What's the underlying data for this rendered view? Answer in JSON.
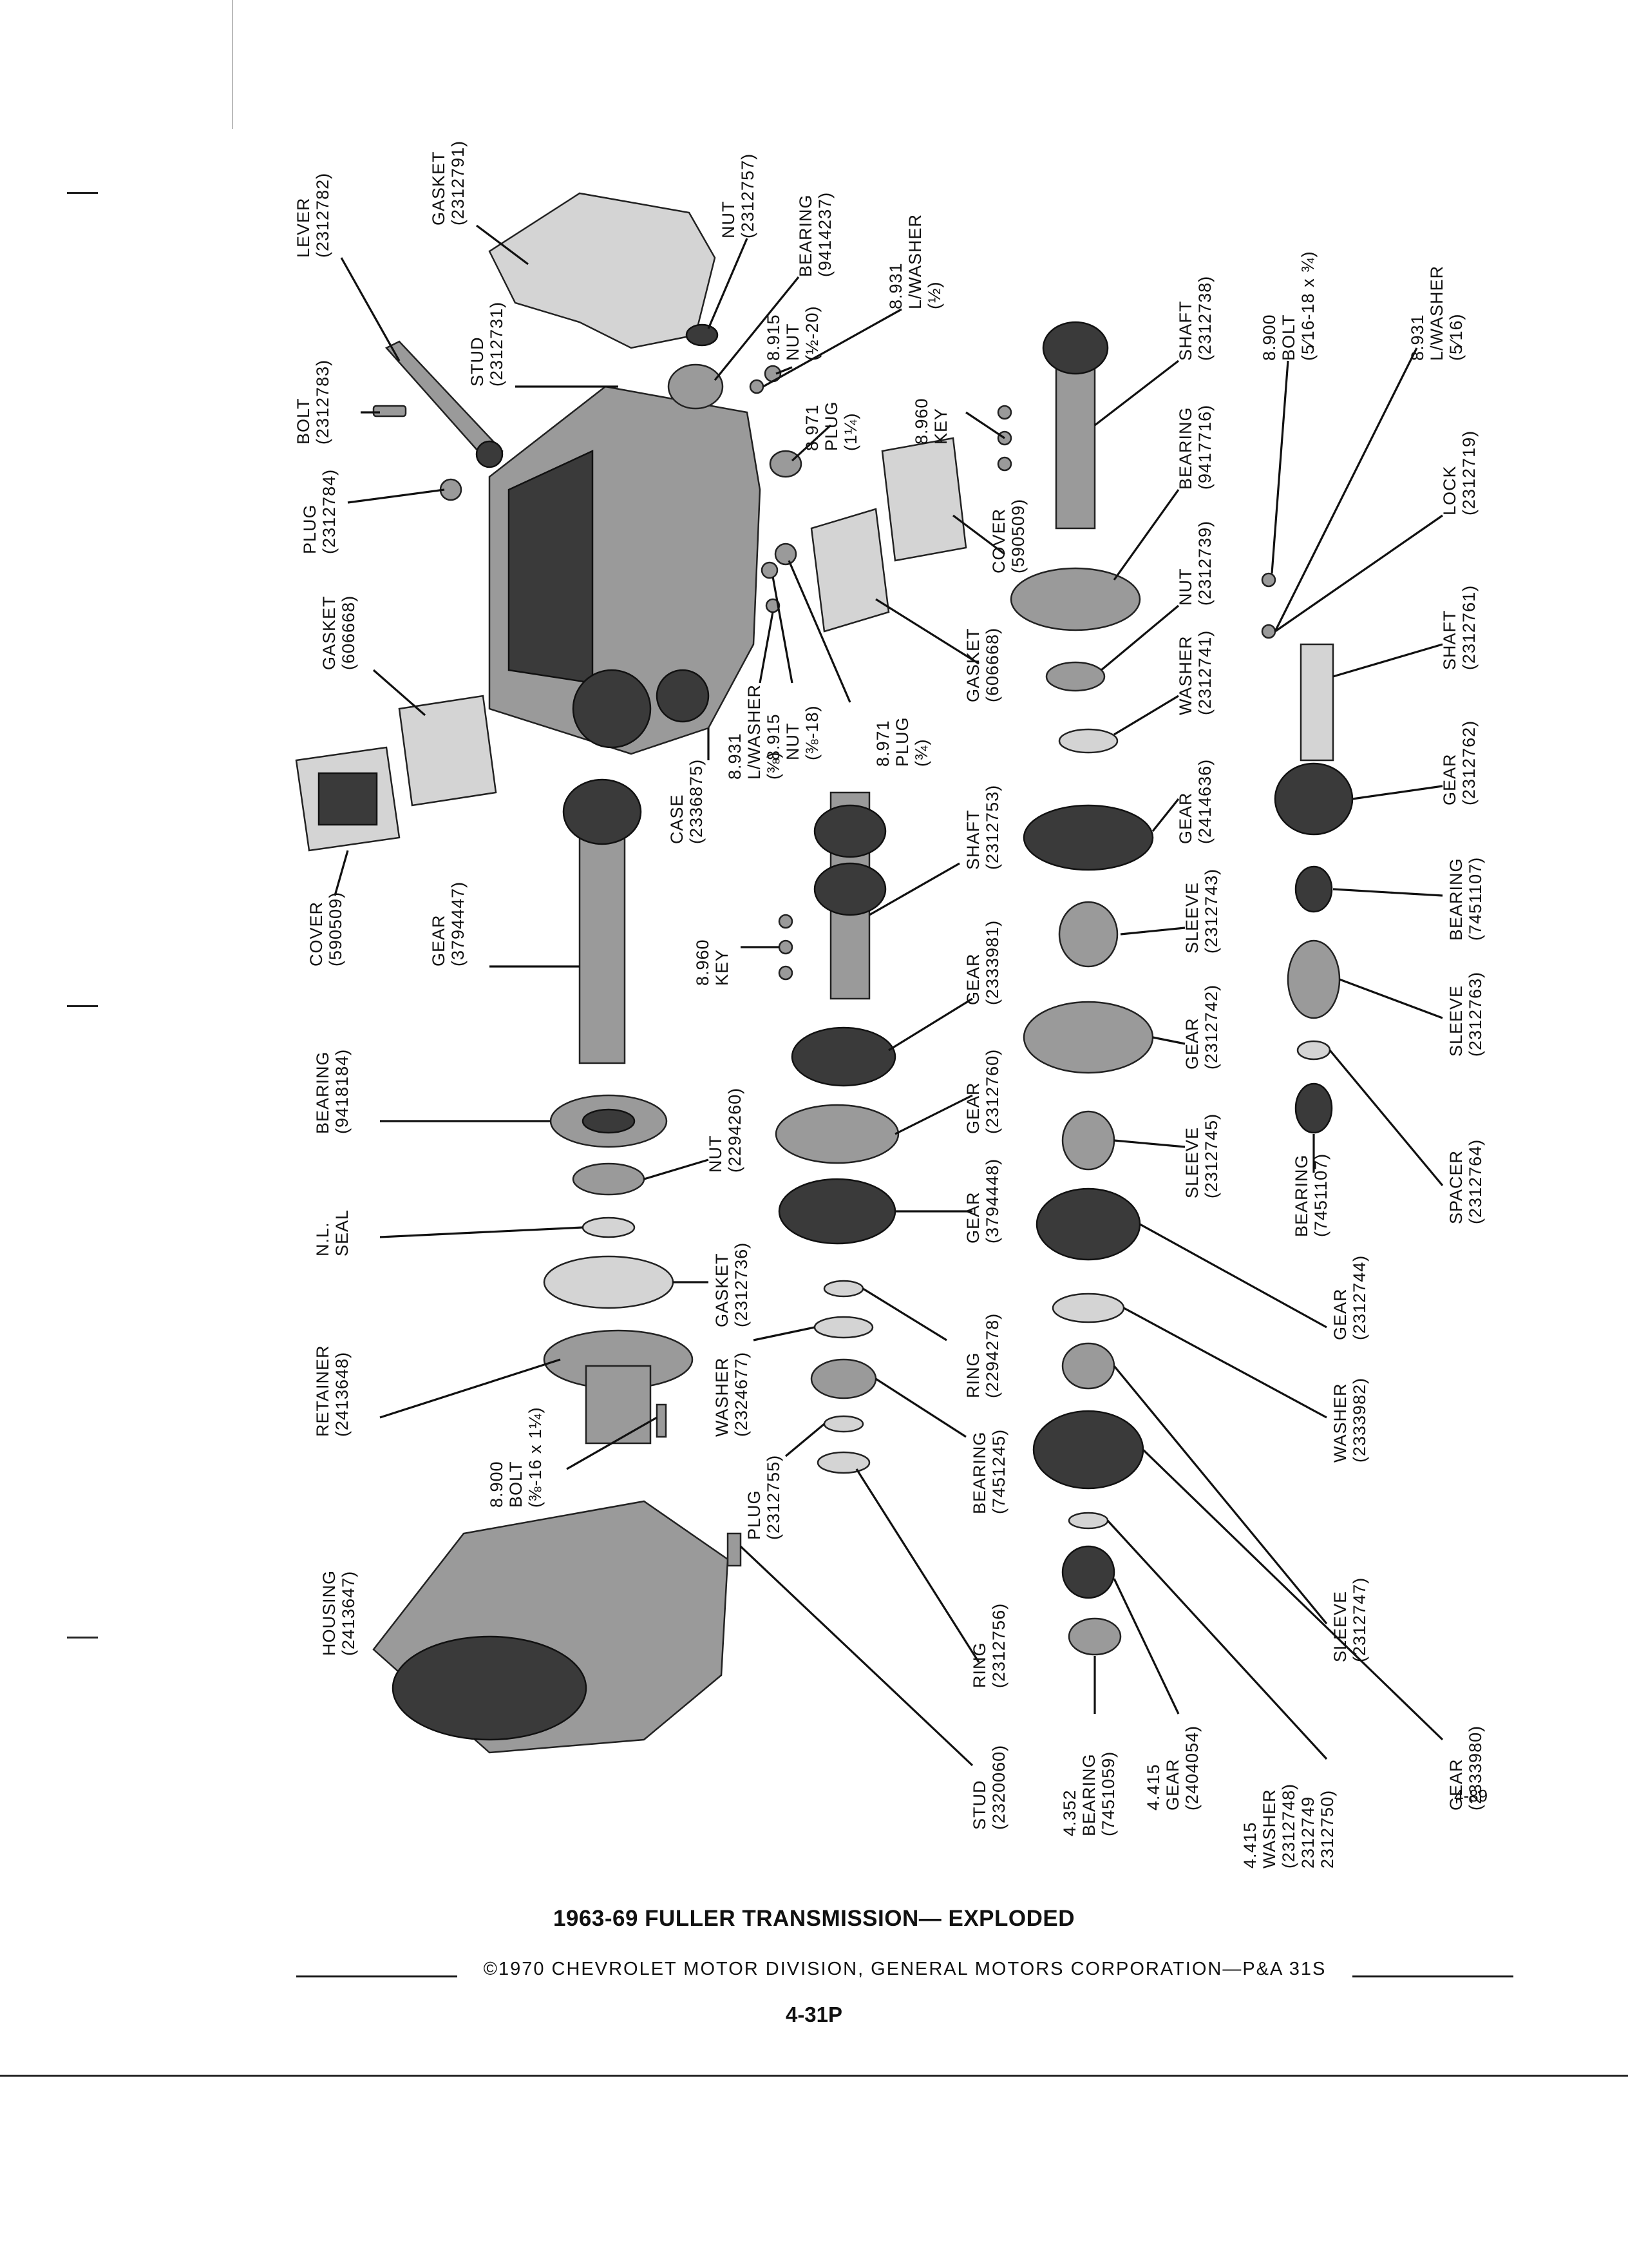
{
  "caption": "1963-69 FULLER TRANSMISSION— EXPLODED",
  "copyright": "©1970 CHEVROLET MOTOR DIVISION, GENERAL MOTORS CORPORATION—P&A 31S",
  "page_number": "4-31P",
  "figure_number": "4-89",
  "labels": [
    {
      "id": "lever",
      "lines": [
        "LEVER",
        "(2312782)"
      ]
    },
    {
      "id": "gasket-top",
      "lines": [
        "GASKET",
        "(2312791)"
      ]
    },
    {
      "id": "nut-top",
      "lines": [
        "NUT",
        "(2312757)"
      ]
    },
    {
      "id": "bearing-9414237",
      "lines": [
        "BEARING",
        "(9414237)"
      ]
    },
    {
      "id": "nut-half",
      "lines": [
        "8.915",
        "NUT",
        "(½-20)"
      ]
    },
    {
      "id": "lwasher-half",
      "lines": [
        "8.931",
        "L/WASHER",
        "(½)"
      ]
    },
    {
      "id": "stud-2312731",
      "lines": [
        "STUD",
        "(2312731)"
      ]
    },
    {
      "id": "bolt-2312783",
      "lines": [
        "BOLT",
        "(2312783)"
      ]
    },
    {
      "id": "plug-1-1-4",
      "lines": [
        "8.971",
        "PLUG",
        "(1¼)"
      ]
    },
    {
      "id": "key-upper",
      "lines": [
        "8.960",
        "KEY"
      ]
    },
    {
      "id": "shaft-2312738",
      "lines": [
        "SHAFT",
        "(2312738)"
      ]
    },
    {
      "id": "bolt-5-16",
      "lines": [
        "8.900",
        "BOLT",
        "(5⁄16-18 x ¾)"
      ]
    },
    {
      "id": "lwasher-5-16",
      "lines": [
        "8.931",
        "L/WASHER",
        "(5⁄16)"
      ]
    },
    {
      "id": "plug-2312784",
      "lines": [
        "PLUG",
        "(2312784)"
      ]
    },
    {
      "id": "gasket-606668-left",
      "lines": [
        "GASKET",
        "(606668)"
      ]
    },
    {
      "id": "cover-590509-right",
      "lines": [
        "COVER",
        "(590509)"
      ]
    },
    {
      "id": "bearing-9417716",
      "lines": [
        "BEARING",
        "(9417716)"
      ]
    },
    {
      "id": "nut-2312739",
      "lines": [
        "NUT",
        "(2312739)"
      ]
    },
    {
      "id": "lock-2312719",
      "lines": [
        "LOCK",
        "(2312719)"
      ]
    },
    {
      "id": "gasket-606668-right",
      "lines": [
        "GASKET",
        "(606668)"
      ]
    },
    {
      "id": "nut-3-8",
      "lines": [
        "8.915",
        "NUT",
        "(⅜-18)"
      ]
    },
    {
      "id": "plug-3-4",
      "lines": [
        "8.971",
        "PLUG",
        "(¾)"
      ]
    },
    {
      "id": "lwasher-3-8",
      "lines": [
        "8.931",
        "L/WASHER",
        "(⅜)"
      ]
    },
    {
      "id": "case",
      "lines": [
        "CASE",
        "(2336875)"
      ]
    },
    {
      "id": "washer-2312741",
      "lines": [
        "WASHER",
        "(2312741)"
      ]
    },
    {
      "id": "shaft-2312761",
      "lines": [
        "SHAFT",
        "(2312761)"
      ]
    },
    {
      "id": "cover-590509-left",
      "lines": [
        "COVER",
        "(590509)"
      ]
    },
    {
      "id": "gear-3794447",
      "lines": [
        "GEAR",
        "(3794447)"
      ]
    },
    {
      "id": "shaft-2312753",
      "lines": [
        "SHAFT",
        "(2312753)"
      ]
    },
    {
      "id": "gear-2414636",
      "lines": [
        "GEAR",
        "(2414636)"
      ]
    },
    {
      "id": "gear-2312762",
      "lines": [
        "GEAR",
        "(2312762)"
      ]
    },
    {
      "id": "key-lower",
      "lines": [
        "8.960",
        "KEY"
      ]
    },
    {
      "id": "gear-2333981",
      "lines": [
        "GEAR",
        "(2333981)"
      ]
    },
    {
      "id": "sleeve-2312743",
      "lines": [
        "SLEEVE",
        "(2312743)"
      ]
    },
    {
      "id": "bearing-7451107-right",
      "lines": [
        "BEARING",
        "(7451107)"
      ]
    },
    {
      "id": "bearing-9418184",
      "lines": [
        "BEARING",
        "(9418184)"
      ]
    },
    {
      "id": "nut-2294260",
      "lines": [
        "NUT",
        "(2294260)"
      ]
    },
    {
      "id": "gear-2312760",
      "lines": [
        "GEAR",
        "(2312760)"
      ]
    },
    {
      "id": "gear-2312742",
      "lines": [
        "GEAR",
        "(2312742)"
      ]
    },
    {
      "id": "sleeve-2312763",
      "lines": [
        "SLEEVE",
        "(2312763)"
      ]
    },
    {
      "id": "nl-seal",
      "lines": [
        "N.L.",
        "SEAL"
      ]
    },
    {
      "id": "gasket-2312736",
      "lines": [
        "GASKET",
        "(2312736)"
      ]
    },
    {
      "id": "gear-3794448",
      "lines": [
        "GEAR",
        "(3794448)"
      ]
    },
    {
      "id": "sleeve-2312745",
      "lines": [
        "SLEEVE",
        "(2312745)"
      ]
    },
    {
      "id": "bearing-7451107-left",
      "lines": [
        "BEARING",
        "(7451107)"
      ]
    },
    {
      "id": "spacer-2312764",
      "lines": [
        "SPACER",
        "(2312764)"
      ]
    },
    {
      "id": "retainer",
      "lines": [
        "RETAINER",
        "(2413648)"
      ]
    },
    {
      "id": "washer-2324677",
      "lines": [
        "WASHER",
        "(2324677)"
      ]
    },
    {
      "id": "ring-2294278",
      "lines": [
        "RING",
        "(2294278)"
      ]
    },
    {
      "id": "gear-2312744",
      "lines": [
        "GEAR",
        "(2312744)"
      ]
    },
    {
      "id": "bolt-3-8",
      "lines": [
        "8.900",
        "BOLT",
        "(⅜-16 x 1¼)"
      ]
    },
    {
      "id": "bearing-7451245",
      "lines": [
        "BEARING",
        "(7451245)"
      ]
    },
    {
      "id": "plug-2312755",
      "lines": [
        "PLUG",
        "(2312755)"
      ]
    },
    {
      "id": "washer-2333982",
      "lines": [
        "WASHER",
        "(2333982)"
      ]
    },
    {
      "id": "housing",
      "lines": [
        "HOUSING",
        "(2413647)"
      ]
    },
    {
      "id": "ring-2312756",
      "lines": [
        "RING",
        "(2312756)"
      ]
    },
    {
      "id": "sleeve-2312747",
      "lines": [
        "SLEEVE",
        "(2312747)"
      ]
    },
    {
      "id": "stud-2320060",
      "lines": [
        "STUD",
        "(2320060)"
      ]
    },
    {
      "id": "bearing-7451059",
      "lines": [
        "4.352",
        "BEARING",
        "(7451059)"
      ]
    },
    {
      "id": "gear-2404054",
      "lines": [
        "4.415",
        "GEAR",
        "(2404054)"
      ]
    },
    {
      "id": "washer-multi",
      "lines": [
        "4.415",
        "WASHER",
        "(2312748)",
        "2312749",
        "2312750)"
      ]
    },
    {
      "id": "gear-2333980",
      "lines": [
        "GEAR",
        "(2333980)"
      ]
    }
  ]
}
